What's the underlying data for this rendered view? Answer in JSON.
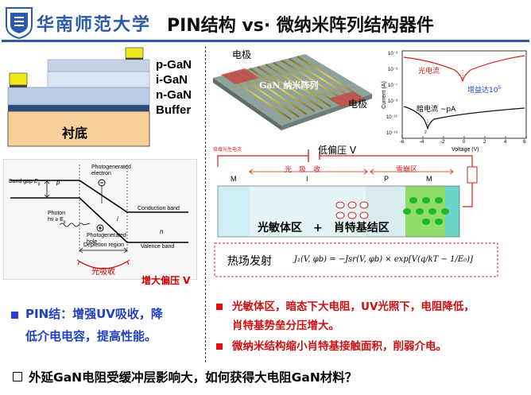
{
  "header": {
    "university": "华南师范大学",
    "title": "PIN结构 vs· 微纳米阵列结构器件"
  },
  "structure": {
    "layers": [
      "p-GaN",
      "i-GaN",
      "n-GaN",
      "Buffer"
    ],
    "substrate": "衬底"
  },
  "band_diagram": {
    "band_gap": "Band gap",
    "band_gap_sym": "E",
    "band_gap_sub": "g",
    "p_label": "p",
    "i_label": "i",
    "n_label": "n",
    "photogen_electron": "Photogenerated electron",
    "photon": "Photon",
    "photon_energy": "hν ≥ E",
    "photon_energy_sub": "g",
    "photogen_hole": "Photogenerated hole",
    "conduction_band": "Conduction band",
    "valence_band": "Valence band",
    "depletion_region": "Depletion region",
    "absorption": "光吸收",
    "bias_label": "增大偏压 V"
  },
  "nanowire_image": {
    "electrode_top": "电极",
    "array_label": "GaN 纳米阵列",
    "electrode_bottom": "电极"
  },
  "iv_plot": {
    "photo_current": "光电流",
    "gain": "增益达10",
    "gain_exp": "5",
    "dark_current": "暗电流 ~pA",
    "x_label": "Voltage (V)",
    "y_label": "Current (A)",
    "x_ticks": [
      "-6",
      "-4",
      "-2",
      "0",
      "2",
      "4",
      "6"
    ],
    "y_ticks": [
      "10⁻³",
      "10⁻⁵",
      "10⁻⁷",
      "10⁻⁹",
      "10⁻¹¹",
      "10⁻¹³"
    ],
    "point_marker": "2"
  },
  "schottky_diagram": {
    "top_left_label": "倍增光生电流",
    "bias": "低偏压 V",
    "absorption_zone": "光　吸　收",
    "avalanche_zone": "雪崩区",
    "m_left": "M",
    "i_label": "I",
    "p_label": "P",
    "m_right": "M",
    "region_label": "光敏体区　+　肖特基结区",
    "thermal_emission": "热场发射",
    "formula": "J₁(V, φb) = −Jsr(V, φb) × exp[V(q/kT − 1/E₀)]"
  },
  "left_bullet": {
    "line1": "PIN结：增强UV吸收，降",
    "line2": "低介电电容，提高性能。"
  },
  "right_bullets": {
    "b1_line1": "光敏体区，暗态下大电阻，UV光照下，电阻降低，",
    "b1_line2": "肖特基势垒分压增大。",
    "b2": "微纳米结构缩小肖特基接触面积，削弱介电。"
  },
  "bottom_question": "外延GaN电阻受缓冲层影响大，如何获得大电阻GaN材料？"
}
